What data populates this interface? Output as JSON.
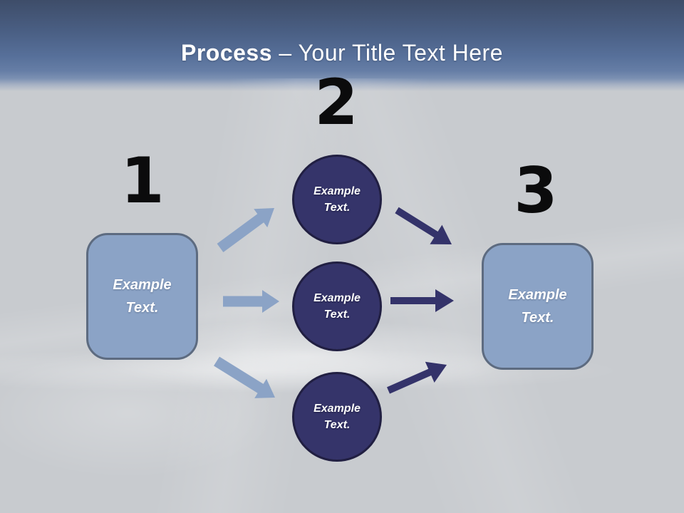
{
  "slide": {
    "title": {
      "emphasis": "Process",
      "rest": "– Your Title Text Here"
    }
  },
  "process": {
    "step1": {
      "number": "1",
      "label": "Example Text."
    },
    "step2": {
      "number": "2",
      "circles": [
        {
          "label": "Example Text."
        },
        {
          "label": "Example Text."
        },
        {
          "label": "Example Text."
        }
      ]
    },
    "step3": {
      "number": "3",
      "label": "Example Text."
    }
  },
  "colors": {
    "header_gradient_top": "#3e4d69",
    "header_gradient_mid": "#667ea6",
    "body_background": "#c8cbcf",
    "title_text": "#ffffff",
    "step_number": "#0b0b0c",
    "box_fill": "#8ba3c6",
    "box_border": "#5d6b80",
    "circle_fill": "#35346a",
    "circle_border": "#211f42",
    "arrow_light": "#8ba3c6",
    "arrow_dark": "#34336a",
    "shape_label_text": "#ffffff"
  }
}
